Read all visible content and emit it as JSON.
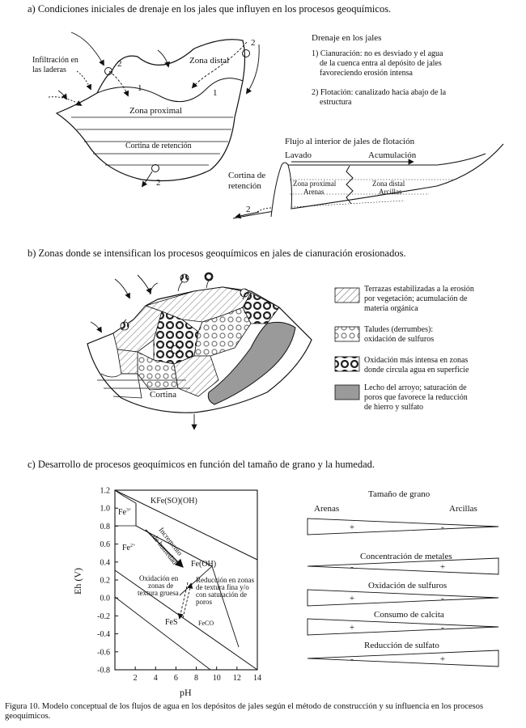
{
  "sections": {
    "a_title": "a) Condiciones iniciales de drenaje en los jales que influyen en los procesos geoquímicos.",
    "b_title": "b) Zonas donde se intensifican los procesos geoquímicos en jales de cianuración erosionados.",
    "c_title": "c) Desarrollo de procesos geoquímicos en función del tamaño de grano y la humedad."
  },
  "panel_a": {
    "infiltracion": [
      "Infiltración en",
      "las laderas"
    ],
    "zona_distal": "Zona distal",
    "zona_proximal": "Zona proximal",
    "cortina": "Cortina de retención",
    "n1": "1",
    "n2": "2",
    "drenaje_title": "Drenaje en los jales",
    "drenaje_items": [
      [
        "1) Cianuración: no es  desviado y el agua",
        "de la cuenca entra al depósito de jales",
        "favoreciendo erosión intensa"
      ],
      [
        "2) Flotación: canalizado hacia abajo de la",
        "estructura"
      ]
    ],
    "flujo_title": "Flujo al interior de jales de flotación",
    "lavado": "Lavado",
    "acumulacion": "Acumulación",
    "cortina_ret": [
      "Cortina de",
      "retención"
    ],
    "zp": [
      "Zona proximal",
      "Arenas"
    ],
    "zd": [
      "Zona distal",
      "Arcillas"
    ]
  },
  "panel_b": {
    "cortina": "Cortina",
    "legend": [
      {
        "key": "hatch",
        "text": [
          "Terrazas estabilizadas a la erosión",
          "por vegetación; acumulación de",
          "materia orgánica"
        ]
      },
      {
        "key": "dots",
        "text": [
          "Taludes (derrumbes):",
          "oxidación de sulfuros"
        ]
      },
      {
        "key": "rings",
        "text": [
          "Oxidación más intensa en zonas",
          "donde circula agua en superficie"
        ]
      },
      {
        "key": "gray",
        "text": [
          "Lecho del arroyo; saturación de",
          "poros que favorece la reducción",
          "de hierro y sulfato"
        ]
      }
    ]
  },
  "panel_c": {
    "ylabel": "Eh (V)",
    "xlabel": "pH",
    "yticks": [
      "1.2",
      "1.0",
      "0.8",
      "0.6",
      "0.4",
      "0.2",
      "0.0",
      "-0.2",
      "-0.4",
      "-0.6",
      "-0.8"
    ],
    "xticks": [
      "2",
      "4",
      "6",
      "8",
      "10",
      "12",
      "14"
    ],
    "fe3": "Fe",
    "fe3_sup": "3+",
    "fe2": "Fe",
    "fe2_sup": "2+",
    "jarosite": "KFe(SO)(OH)",
    "feoh3": "Fe(OH)",
    "fes2": "FeS",
    "feco3": "FeCO",
    "incremento": [
      "Incremento",
      "de humedad"
    ],
    "oxidacion": [
      "Oxidación en",
      "zonas de",
      "textura gruesa"
    ],
    "reduccion": [
      "Reducción  en zonas",
      "de textura fina y/o",
      "con saturación de",
      "poros"
    ],
    "grain_title": "Tamaño de grano",
    "arenas": "Arenas",
    "arcillas": "Arcillas",
    "bars": [
      "Concentración de metales",
      "Oxidación de sulfuros",
      "Consumo de calcita",
      "Reducción de sulfato"
    ],
    "plus": "+",
    "minus": "-"
  },
  "caption": "Figura 10. Modelo conceptual de los flujos de agua en los depósitos de jales según el método de construcción y su influencia en los procesos geoquímicos."
}
